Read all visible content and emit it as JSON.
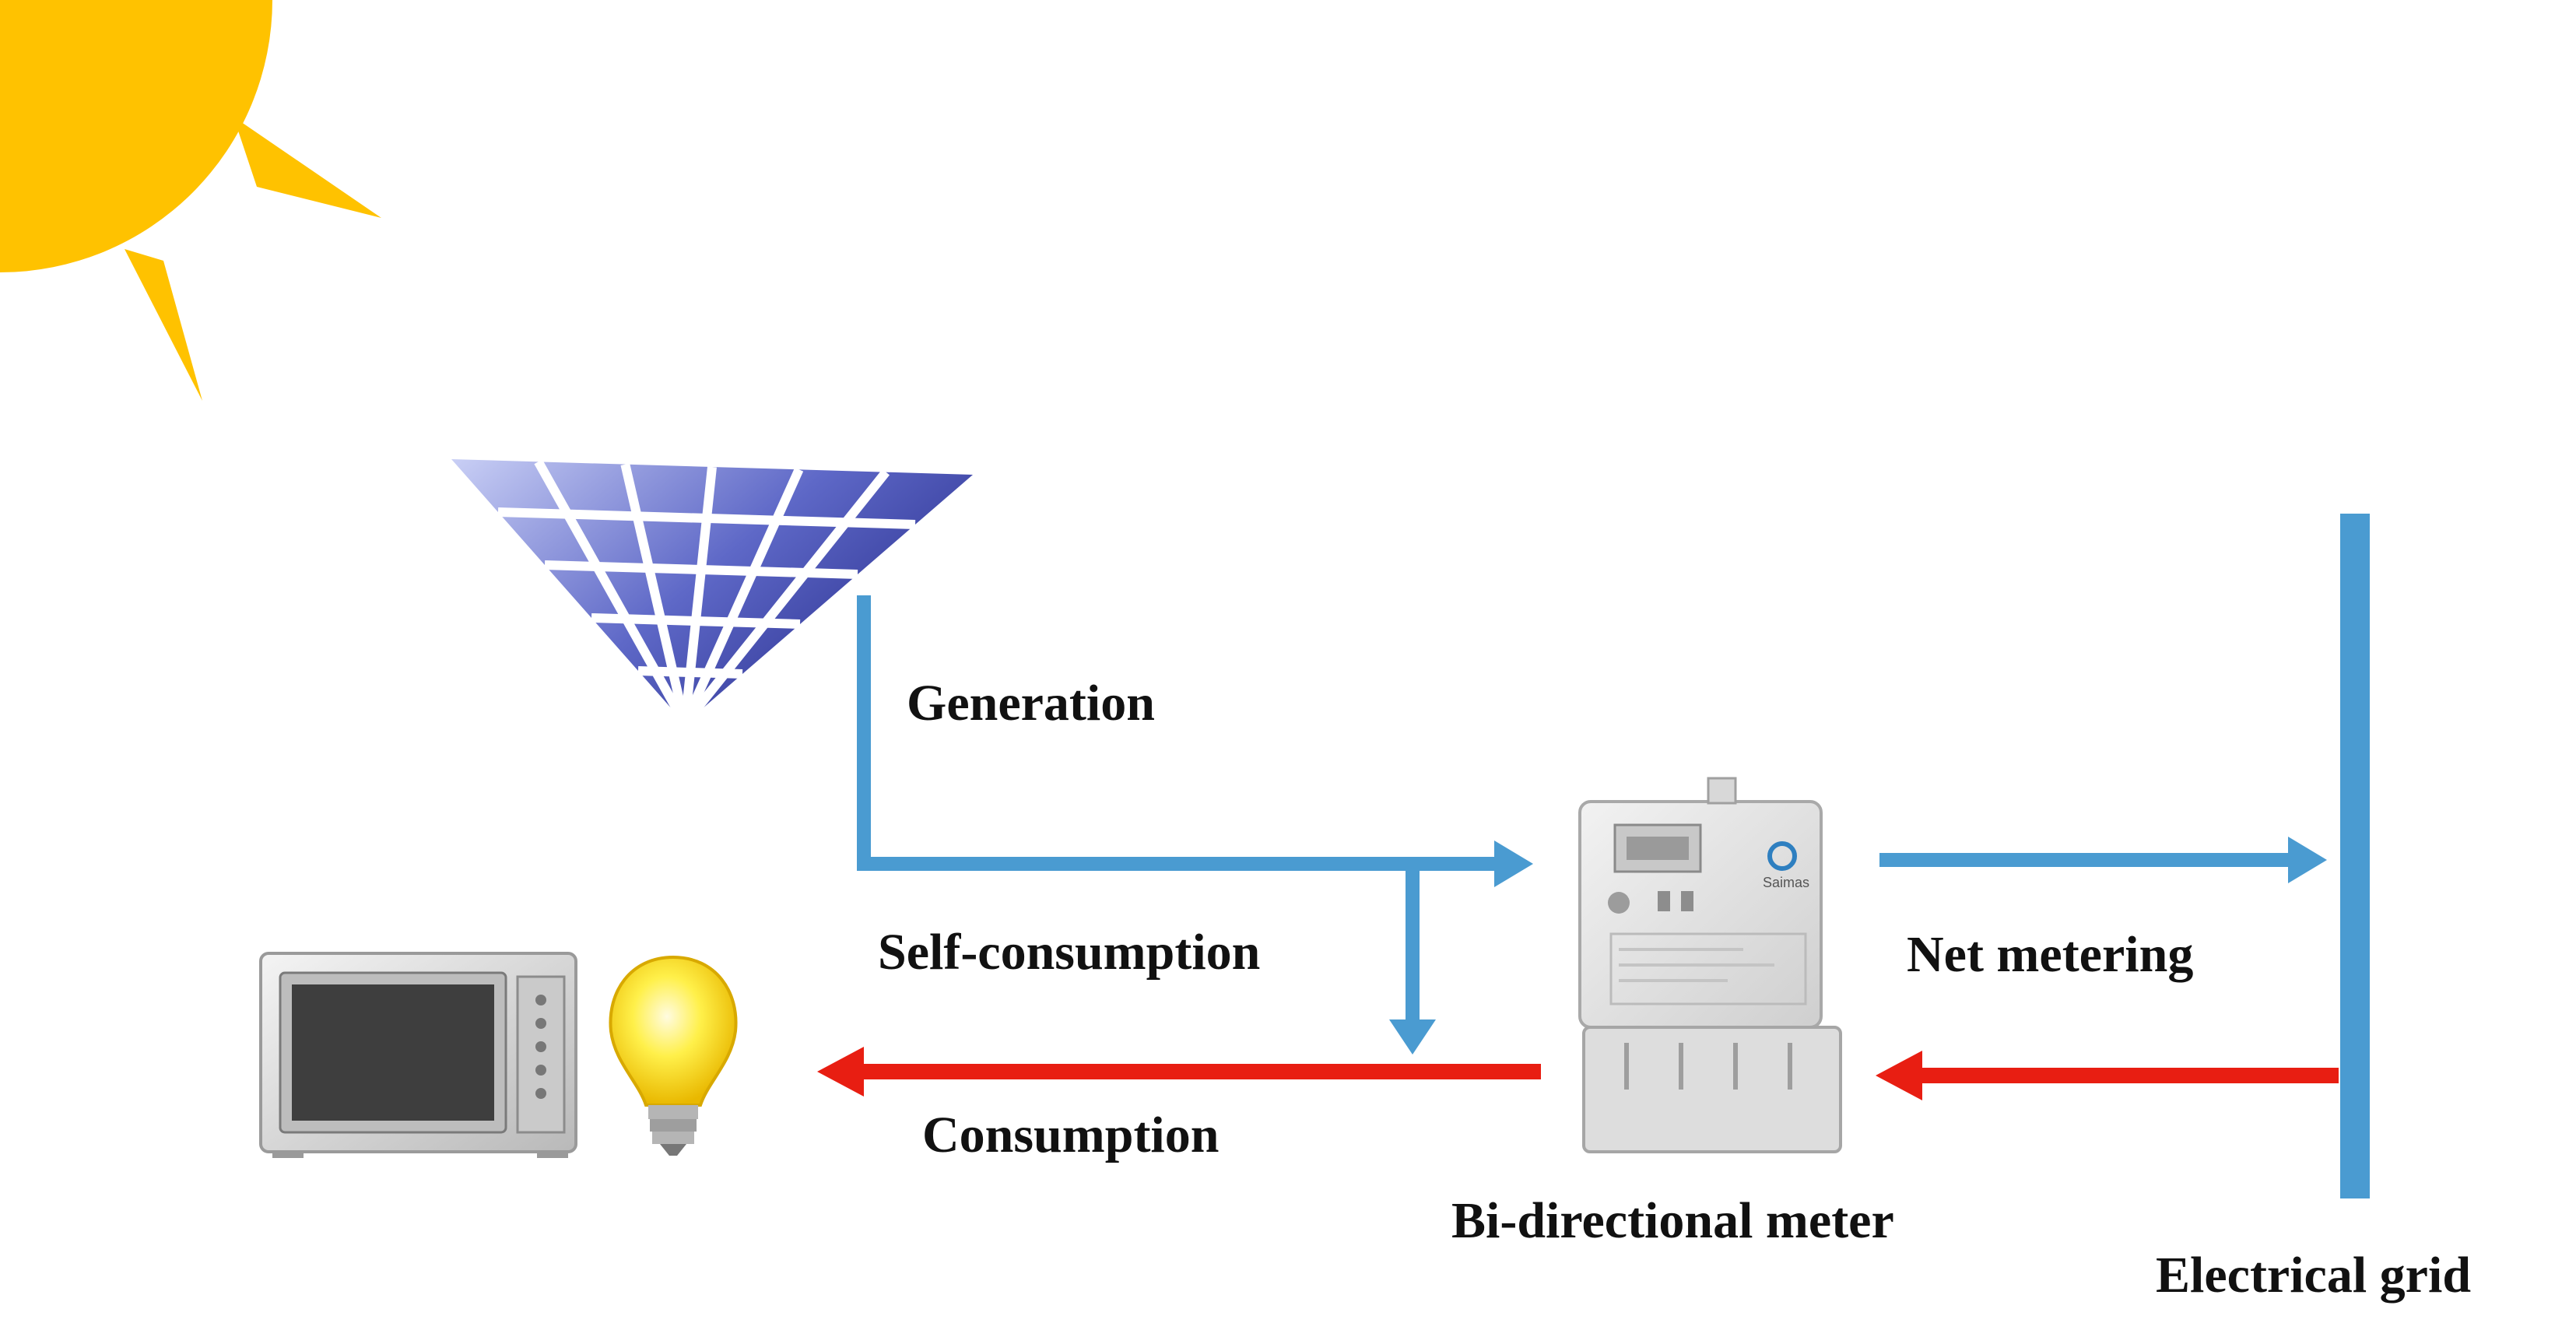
{
  "labels": {
    "generation": "Generation",
    "self_consumption": "Self-consumption",
    "net_metering": "Net metering",
    "consumption": "Consumption",
    "meter": "Bi-directional meter",
    "grid": "Electrical grid"
  },
  "meter_brand": "Saimas",
  "icons": [
    "sun-icon",
    "solar-panel-icon",
    "microwave-icon",
    "light-bulb-icon",
    "bi-directional-meter-icon",
    "electrical-grid-icon"
  ],
  "colors": {
    "blue_flow": "#4A9BD1",
    "red_flow": "#E81E12",
    "sun": "#FFC200",
    "panel": "#3F47A6",
    "text": "#111111"
  }
}
